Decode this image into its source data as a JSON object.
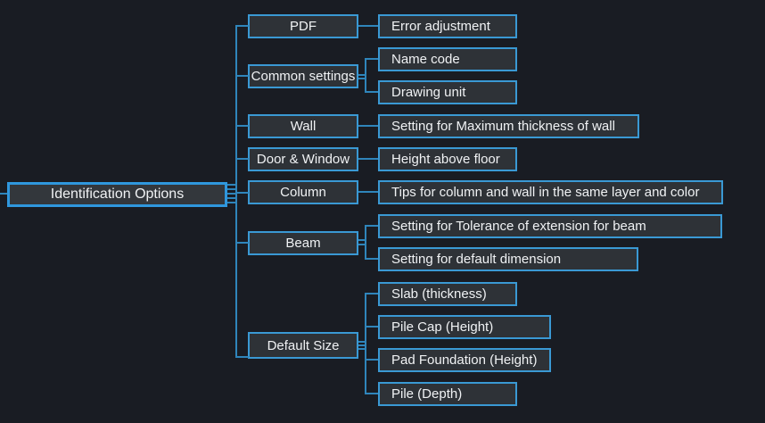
{
  "diagram": {
    "type": "mindmap",
    "root": {
      "label": "Identification Options",
      "selected": true
    },
    "branches": [
      {
        "label": "PDF",
        "children": [
          "Error adjustment"
        ]
      },
      {
        "label": "Common settings",
        "children": [
          "Name code",
          "Drawing unit"
        ]
      },
      {
        "label": "Wall",
        "children": [
          "Setting for Maximum thickness of wall"
        ]
      },
      {
        "label": "Door & Window",
        "children": [
          "Height above floor"
        ]
      },
      {
        "label": "Column",
        "children": [
          "Tips for column and wall in the same layer and color"
        ]
      },
      {
        "label": "Beam",
        "children": [
          "Setting for Tolerance of extension for beam",
          "Setting for default dimension"
        ]
      },
      {
        "label": "Default Size",
        "children": [
          "Slab (thickness)",
          "Pile Cap (Height)",
          "Pad Foundation (Height)",
          "Pile (Depth)"
        ]
      }
    ],
    "colors": {
      "background": "#191c23",
      "node_fill": "#2e3237",
      "node_border": "#3a99d4",
      "root_border": "#2f97dd",
      "connector": "#2f85bb",
      "text": "#f0f2f4"
    }
  }
}
